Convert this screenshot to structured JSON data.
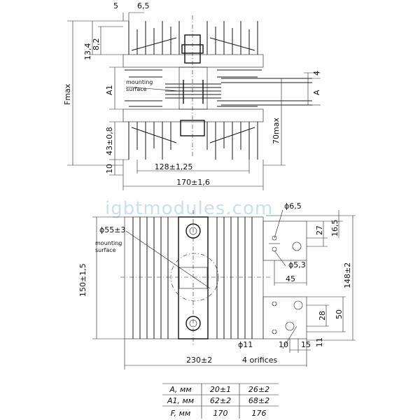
{
  "watermark": "igbtmodules.com",
  "top_view": {
    "dim_5": "5",
    "dim_6_5": "6,5",
    "dim_13_4": "13,4",
    "dim_8_2": "8,2",
    "dim_fmax": "Fmax",
    "dim_a1": "A1",
    "dim_43": "43±0,8",
    "dim_10": "10",
    "dim_4": "4",
    "dim_a": "A",
    "dim_70max": "70max",
    "dim_128": "128±1,25",
    "dim_170": "170±1,6",
    "mounting_surface": [
      "mounting",
      "surface"
    ]
  },
  "bottom_view": {
    "dim_d6_5": "ϕ6,5",
    "dim_d55": "ϕ55±3",
    "mounting_surface": [
      "mounting",
      "surface"
    ],
    "dim_27": "27",
    "dim_16_5": "16,5",
    "dim_d5_3": "ϕ5,3",
    "dim_150": "150±1,5",
    "dim_148": "148±2",
    "dim_45": "45",
    "dim_28": "28",
    "dim_50": "50",
    "dim_d11": "ϕ11",
    "dim_10": "10",
    "dim_15": "15",
    "dim_11": "11",
    "dim_230": "230±2",
    "orifices": "4 orifices"
  },
  "table": {
    "rows": [
      [
        "A, мм",
        "20±1",
        "26±2"
      ],
      [
        "A1, мм",
        "62±2",
        "68±2"
      ],
      [
        "F, мм",
        "170",
        "176"
      ]
    ]
  }
}
